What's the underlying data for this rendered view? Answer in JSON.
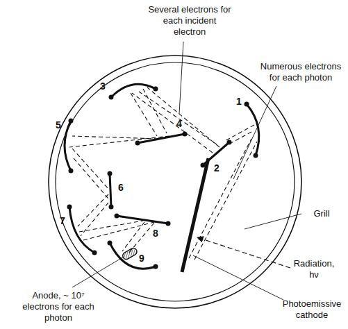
{
  "diagram": {
    "labels": [
      "Several electrons for each incident electron",
      "Numerous electrons for each photon",
      "Grill",
      "Radiation, hν",
      "Photoemissive cathode",
      "Anode, ~ 10⁷ electrons for each photon",
      "3",
      "5",
      "4",
      "1",
      "2",
      "6",
      "8",
      "7",
      "9"
    ]
  }
}
